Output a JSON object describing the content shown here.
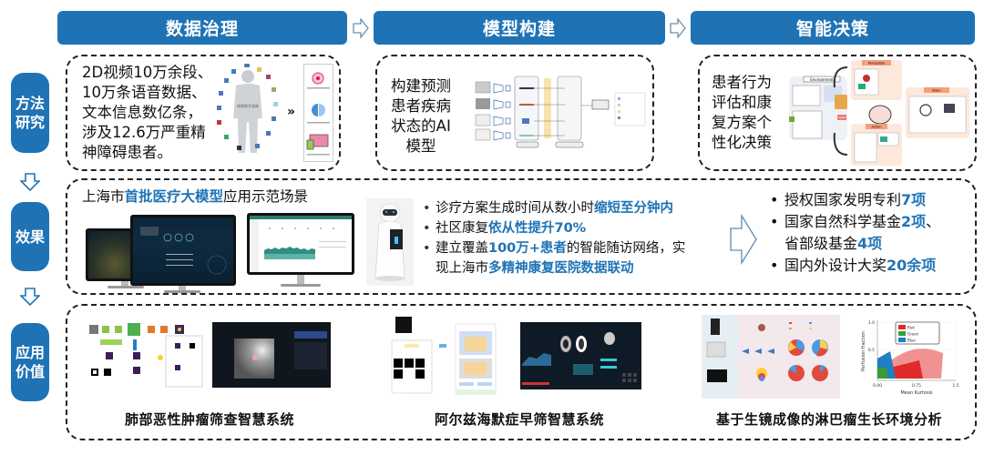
{
  "stages": [
    {
      "title": "数据治理"
    },
    {
      "title": "模型构建"
    },
    {
      "title": "智能决策"
    }
  ],
  "stage_arrow_icon": "right-hollow-arrow-icon",
  "side_labels": [
    {
      "line1": "方法",
      "line2": "研究"
    },
    {
      "line1": "效果",
      "line2": ""
    },
    {
      "line1": "应用",
      "line2": "价值"
    }
  ],
  "down_arrow_icon": "down-hollow-arrow-icon",
  "method": {
    "data_governance": {
      "lines": [
        "2D视频10万余段、",
        "10万条语音数据、",
        "文本信息数亿条，",
        "涉及12.6万严重精",
        "神障碍患者。"
      ],
      "figure_center_label": "病患数字画像",
      "figure_arrow": "»"
    },
    "model_building": {
      "lines": [
        "构建预测",
        "患者疾病",
        "状态的AI",
        "模型"
      ]
    },
    "decision": {
      "lines": [
        "患者行为",
        "评估和康",
        "复方案个",
        "性化决策"
      ],
      "figure_labels": {
        "perception": "Perception",
        "brain": "Brain",
        "action": "Action",
        "agent": "Agent",
        "environment": "Environment"
      }
    }
  },
  "effect": {
    "title_prefix": "上海市",
    "title_highlight": "首批医疗大模型",
    "title_suffix": "应用示范场景",
    "bullets": [
      {
        "pre": "诊疗方案生成时间从数小时",
        "hl": "缩短至分钟内",
        "post": ""
      },
      {
        "pre": "社区康复",
        "hl": "依从性提升70%",
        "post": ""
      },
      {
        "pre": "建立覆盖",
        "hl": "100万+患者",
        "post": "的智能随访网络，实"
      },
      {
        "pre": "现上海市",
        "hl": "多精神康复医院数据联动",
        "post": ""
      }
    ],
    "achievements": [
      {
        "pre": "授权国家发明专利",
        "hl": "7项",
        "post": ""
      },
      {
        "pre": "国家自然科学基金",
        "hl": "2项",
        "post": "、"
      },
      {
        "pre": "省部级基金",
        "hl": "4项",
        "post": "",
        "continuation": true
      },
      {
        "pre": "国内外设计大奖",
        "hl": "20余项",
        "post": ""
      }
    ]
  },
  "applications": [
    {
      "caption": "肺部恶性肿瘤筛查智慧系统"
    },
    {
      "caption": "阿尔兹海默症早筛智慧系统"
    },
    {
      "caption": "基于生镜成像的淋巴瘤生长环境分析"
    }
  ],
  "scatter_plot": {
    "xlabel": "Mean Kurtosis",
    "ylabel": "Perfusion fraction",
    "xticks": [
      "0.00",
      "0.75",
      "1.5"
    ],
    "yticks": [
      "0.5",
      "1.0"
    ],
    "legend": [
      {
        "name": "Red",
        "color": "#e02a2a"
      },
      {
        "name": "Green",
        "color": "#3a9a3a"
      },
      {
        "name": "Blue",
        "color": "#1f7fc0"
      }
    ]
  },
  "colors": {
    "primary": "#1f73b5",
    "highlight": "#1f73b5",
    "text": "#111111"
  }
}
